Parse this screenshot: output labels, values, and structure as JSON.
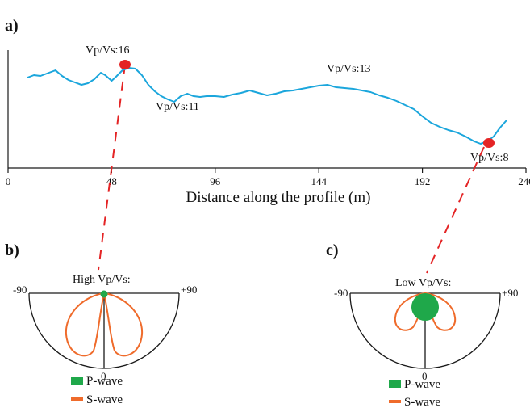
{
  "panels": {
    "a": "a)",
    "b": "b)",
    "c": "c)"
  },
  "colors": {
    "profile_line": "#1ba6dc",
    "marker": "#e42425",
    "dashed": "#e42425",
    "p_wave": "#1fa84a",
    "s_wave": "#ef6b2b",
    "axis": "#1a1a1a"
  },
  "chart_data": {
    "type": "line",
    "xlabel": "Distance along the profile (m)",
    "ylabel": "",
    "xlim": [
      0,
      240
    ],
    "xticks": [
      0,
      48,
      96,
      144,
      192,
      240
    ],
    "y_ticks_shown": false,
    "series": [
      {
        "x": [
          9,
          12,
          15,
          18,
          22,
          25,
          28,
          31,
          34,
          37,
          40,
          43,
          45,
          48,
          50,
          53,
          56,
          59,
          62,
          65,
          68,
          71,
          74,
          77,
          80,
          83,
          86,
          89,
          92,
          96,
          100,
          104,
          108,
          112,
          116,
          120,
          124,
          128,
          132,
          136,
          140,
          144,
          148,
          152,
          156,
          160,
          164,
          168,
          172,
          176,
          180,
          184,
          188,
          192,
          196,
          200,
          204,
          208,
          212,
          216,
          219,
          222,
          225,
          228,
          231
        ],
        "y": [
          11.2,
          11.5,
          11.4,
          11.7,
          12.1,
          11.4,
          10.9,
          10.6,
          10.3,
          10.5,
          11.0,
          11.8,
          11.5,
          10.8,
          11.3,
          12.1,
          12.4,
          12.3,
          11.5,
          10.3,
          9.5,
          8.9,
          8.5,
          8.2,
          8.9,
          9.2,
          8.9,
          8.8,
          8.9,
          8.9,
          8.8,
          9.1,
          9.3,
          9.6,
          9.3,
          9.0,
          9.2,
          9.5,
          9.6,
          9.8,
          10.0,
          10.2,
          10.3,
          10.0,
          9.9,
          9.8,
          9.6,
          9.4,
          9.0,
          8.7,
          8.3,
          7.8,
          7.3,
          6.4,
          5.6,
          5.1,
          4.7,
          4.4,
          3.9,
          3.3,
          3.0,
          3.3,
          3.9,
          5.0,
          5.9
        ]
      }
    ],
    "annotations": [
      {
        "text": "Vp/Vs:16",
        "x": 54,
        "y": 11.4,
        "marker": true
      },
      {
        "text": "Vp/Vs:11",
        "x": 80,
        "y": 8.2,
        "marker": false
      },
      {
        "text": "Vp/Vs:13",
        "x": 160,
        "y": 10.0,
        "marker": false
      },
      {
        "text": "Vp/Vs:8",
        "x": 224,
        "y": 3.3,
        "marker": true
      }
    ]
  },
  "polar_b": {
    "title": "High Vp/Vs:",
    "left_label": "-90",
    "right_label": "+90",
    "bottom_label": "0",
    "p_wave_relative_radius": 0.05,
    "s_wave_lobes": "two-lobed, peaks near ±35°"
  },
  "polar_c": {
    "title": "Low Vp/Vs:",
    "left_label": "-90",
    "right_label": "+90",
    "bottom_label": "0",
    "p_wave_relative_radius": 0.2,
    "s_wave_lobes": "two-lobed, smaller"
  },
  "legend": {
    "p_wave": "P-wave",
    "s_wave": "S-wave"
  }
}
